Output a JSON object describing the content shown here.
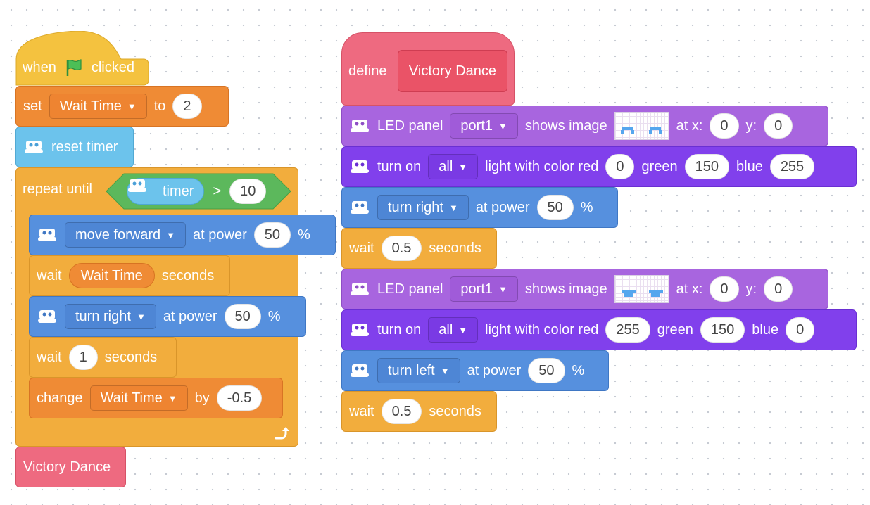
{
  "script_left": {
    "hat": {
      "when": "when",
      "clicked": "clicked",
      "flag_icon": "green-flag-icon"
    },
    "set_block": {
      "set": "set",
      "variable": "Wait Time",
      "to": "to",
      "value": "2"
    },
    "reset_timer": {
      "label": "reset timer",
      "icon": "robot-icon"
    },
    "repeat_until": {
      "label": "repeat until",
      "condition": {
        "reporter": "timer",
        "operator": ">",
        "value": "10"
      }
    },
    "move_forward": {
      "action": "move forward",
      "at_power": "at power",
      "value": "50",
      "unit": "%"
    },
    "wait_var": {
      "wait": "wait",
      "variable": "Wait Time",
      "seconds": "seconds"
    },
    "turn_right": {
      "action": "turn right",
      "at_power": "at power",
      "value": "50",
      "unit": "%"
    },
    "wait_1": {
      "wait": "wait",
      "value": "1",
      "seconds": "seconds"
    },
    "change": {
      "change": "change",
      "variable": "Wait Time",
      "by": "by",
      "value": "-0.5"
    },
    "loop_arrow_icon": "loop-arrow-icon",
    "call_block": {
      "label": "Victory Dance"
    }
  },
  "script_right": {
    "define": {
      "define": "define",
      "name": "Victory Dance"
    },
    "led_1": {
      "label": "LED panel",
      "port": "port1",
      "shows": "shows image",
      "at_x": "at x:",
      "x": "0",
      "y_label": "y:",
      "y": "0"
    },
    "lights_1": {
      "turn_on": "turn on",
      "target": "all",
      "light_with": "light with color red",
      "red": "0",
      "green_label": "green",
      "green": "150",
      "blue_label": "blue",
      "blue": "255"
    },
    "turn_right": {
      "action": "turn right",
      "at_power": "at power",
      "value": "50",
      "unit": "%"
    },
    "wait_1": {
      "wait": "wait",
      "value": "0.5",
      "seconds": "seconds"
    },
    "led_2": {
      "label": "LED panel",
      "port": "port1",
      "shows": "shows image",
      "at_x": "at x:",
      "x": "0",
      "y_label": "y:",
      "y": "0"
    },
    "lights_2": {
      "turn_on": "turn on",
      "target": "all",
      "light_with": "light with color red",
      "red": "255",
      "green_label": "green",
      "green": "150",
      "blue_label": "blue",
      "blue": "0"
    },
    "turn_left": {
      "action": "turn left",
      "at_power": "at power",
      "value": "50",
      "unit": "%"
    },
    "wait_2": {
      "wait": "wait",
      "value": "0.5",
      "seconds": "seconds"
    }
  },
  "colors": {
    "events": "#f4c23f",
    "variables": "#ef8b35",
    "control": "#f2ad3d",
    "motion": "#5690de",
    "sensing": "#6cc3ec",
    "looks": "#a865df",
    "lights": "#8140ec",
    "my_blocks": "#ee6a80",
    "operators": "#5cb85c"
  }
}
